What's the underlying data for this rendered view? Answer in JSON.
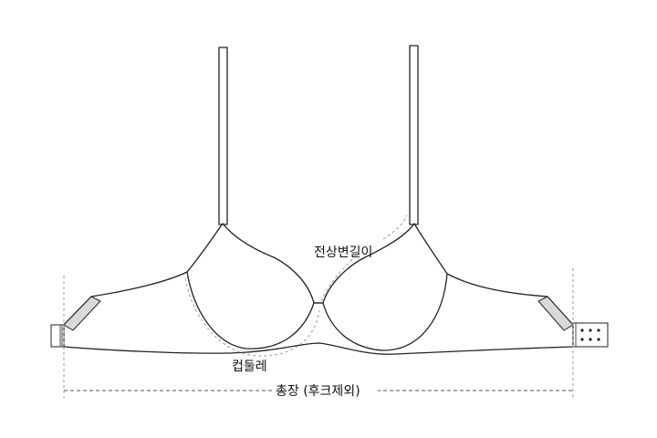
{
  "labels": {
    "strap_seam_length": "전상변길이",
    "cup_circumference": "컵둘레",
    "total_length": "총장 (후크제외)"
  },
  "colors": {
    "outline": "#222222",
    "guide": "#9a9a9a",
    "side_pad": "#d9d9d9"
  }
}
